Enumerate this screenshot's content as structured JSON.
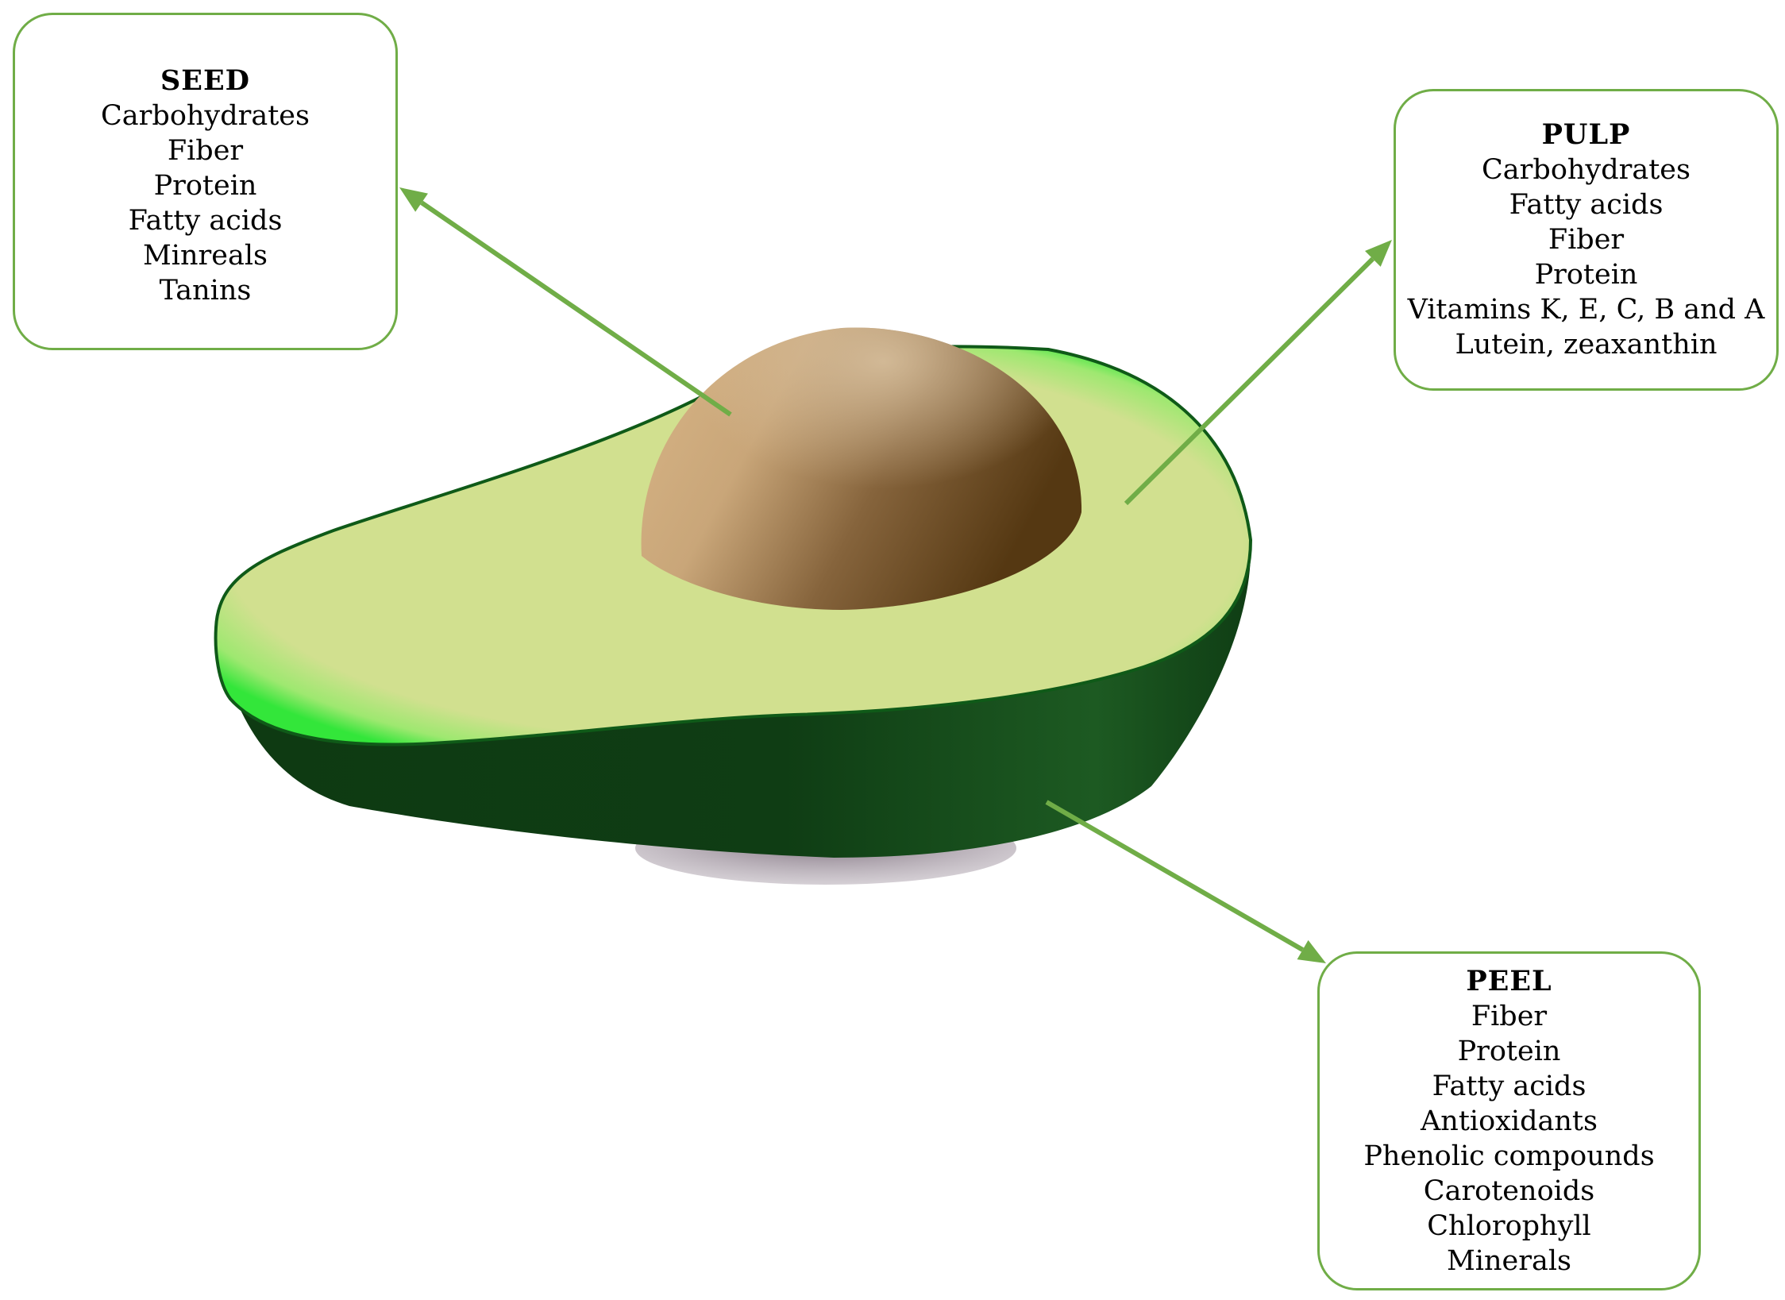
{
  "colors": {
    "arrow": "#70ad47",
    "box_border": "#70ad47",
    "skin_dark": "#0f3d14",
    "skin_rim": "#33e63a",
    "pulp": "#d1e08f",
    "seed_light": "#d8b586",
    "seed_dark": "#553812",
    "shadow": "#7c6e7c"
  },
  "labels": {
    "seed": {
      "title": "SEED",
      "items": [
        "Carbohydrates",
        "Fiber",
        "Protein",
        "Fatty acids",
        "Minreals",
        "Tanins"
      ]
    },
    "pulp": {
      "title": "PULP",
      "items": [
        "Carbohydrates",
        "Fatty acids",
        "Fiber",
        "Protein",
        "Vitamins K, E, C, B and A",
        "Lutein, zeaxanthin"
      ]
    },
    "peel": {
      "title": "PEEL",
      "items": [
        "Fiber",
        "Protein",
        "Fatty acids",
        "Antioxidants",
        "Phenolic compounds",
        "Carotenoids",
        "Chlorophyll",
        "Minerals"
      ]
    }
  },
  "icons": {
    "fruit": "avocado-half-icon",
    "arrow": "arrow-icon"
  }
}
